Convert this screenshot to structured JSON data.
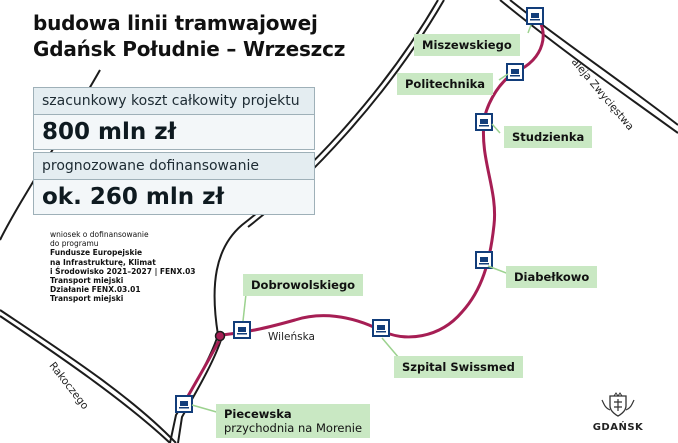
{
  "title_line1": "budowa linii tramwajowej",
  "title_line2": "Gdańsk Południe – Wrzeszcz",
  "cost": {
    "label": "szacunkowy koszt całkowity projektu",
    "value": "800 mln zł"
  },
  "funding": {
    "label": "prognozowane dofinansowanie",
    "value": "ok. 260 mln zł"
  },
  "note_lines": [
    {
      "text": "wniosek o dofinansowanie",
      "bold": false
    },
    {
      "text": "do programu",
      "bold": false
    },
    {
      "text": "Fundusze Europejskie",
      "bold": true
    },
    {
      "text": "na Infrastrukturę, Klimat",
      "bold": true
    },
    {
      "text": "i Środowisko 2021–2027 | FENX.03",
      "bold": true
    },
    {
      "text": "Transport miejski",
      "bold": true
    },
    {
      "text": "Działanie FENX.03.01",
      "bold": true
    },
    {
      "text": "Transport miejski",
      "bold": true
    }
  ],
  "stops": {
    "miszewskiego": "Miszewskiego",
    "politechnika": "Politechnika",
    "studzienka": "Studzienka",
    "diabelkowo": "Diabełkowo",
    "dobrowolskiego": "Dobrowolskiego",
    "szpital": "Szpital Swissmed",
    "piecewska_line1": "Piecewska",
    "piecewska_line2": "przychodnia na Morenie"
  },
  "streets": {
    "wilenska": "Wileńska",
    "rakoczego": "Rakoczego",
    "zwyciestwa": "aleja Zwycięstwa"
  },
  "logo": {
    "text": "GDAŃSK",
    "icon": "gdansk-coat-of-arms-icon"
  },
  "colors": {
    "new_line": "#a61e54",
    "existing_line": "#1c1c1c",
    "station_border": "#123d7a",
    "label_bg": "#c9e8c3",
    "box_bg": "#e4edf1"
  }
}
